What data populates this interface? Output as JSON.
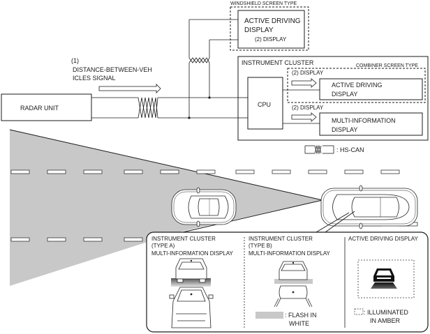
{
  "diagram": {
    "radar_unit": {
      "label": "RADAR UNIT"
    },
    "signal": {
      "number": "(1)",
      "line1": "DISTANCE-BETWEEN-VEH",
      "line2": "ICLES SIGNAL"
    },
    "windshield_group": {
      "caption": "WINDSHIELD SCREEN TYPE",
      "active_driving_display": {
        "line1": "ACTIVE DRIVING",
        "line2": "DISPLAY",
        "sub": "(2) DISPLAY"
      }
    },
    "instrument_cluster": {
      "title": "INSTRUMENT CLUSTER",
      "combiner_caption": "COMBINER SCREEN TYPE",
      "cpu": "CPU",
      "display_arrow_1": "(2) DISPLAY",
      "display_arrow_2": "(2) DISPLAY",
      "active_driving_display": {
        "line1": "ACTIVE DRIVING",
        "line2": "DISPLAY"
      },
      "multi_information_display": {
        "line1": "MULTI-INFORMATION",
        "line2": "DISPLAY"
      }
    },
    "legend": {
      "hs_can": ": HS-CAN"
    },
    "callout": {
      "type_a": {
        "line1": "INSTRUMENT CLUSTER",
        "line2": "(TYPE A)",
        "line3": "MULTI-INFORMATION DISPLAY"
      },
      "type_b": {
        "line1": "INSTRUMENT CLUSTER",
        "line2": "(TYPE B)",
        "line3": "MULTI-INFORMATION DISPLAY",
        "legend_line1": ": FLASH IN",
        "legend_line2": "WHITE"
      },
      "active_driving": {
        "title": "ACTIVE DRIVING DISPLAY",
        "legend_line1": ": ILLUMINATED",
        "legend_line2": "IN AMBER"
      }
    },
    "colors": {
      "line": "#1a1a1a",
      "detection_zone": "#c8c8c8",
      "flash_white_swatch": "#c8c8c8"
    }
  }
}
